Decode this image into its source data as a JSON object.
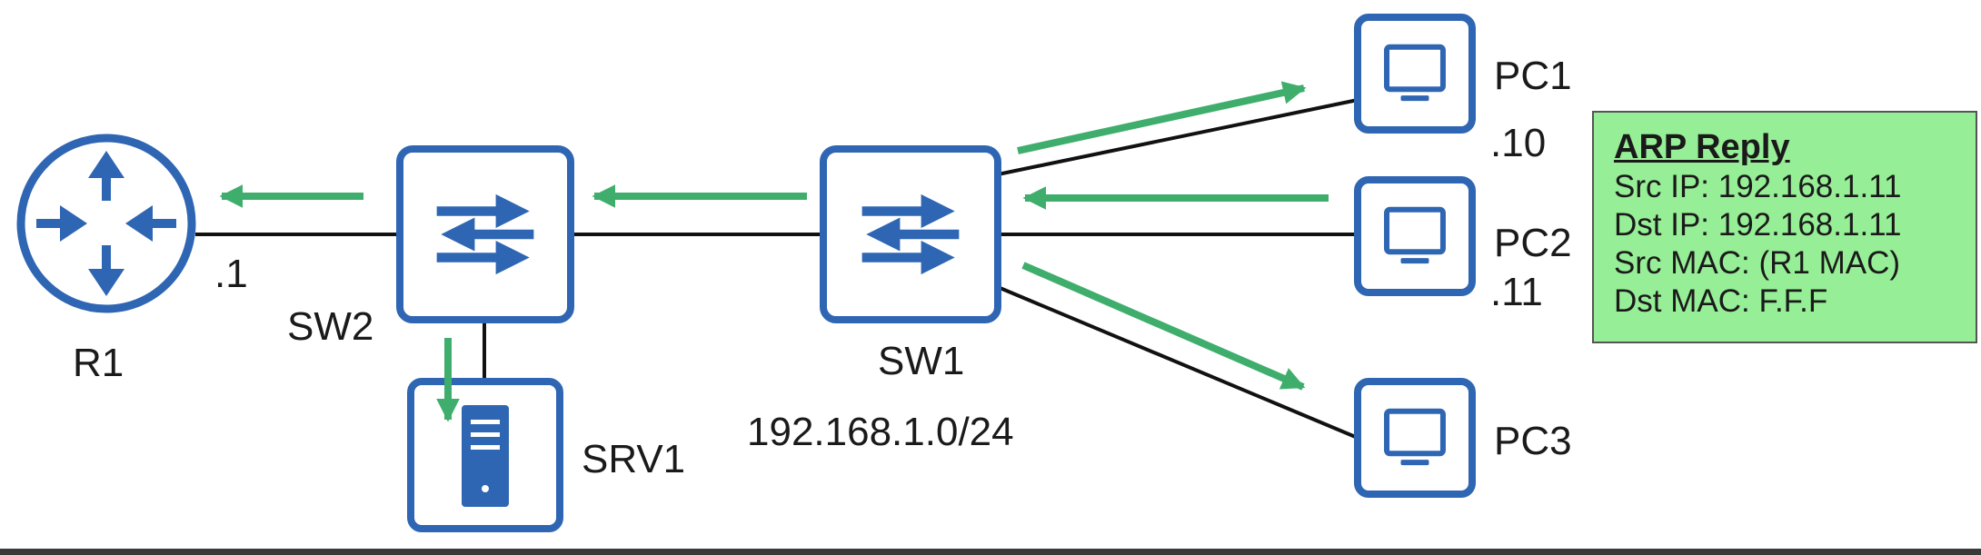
{
  "colors": {
    "device_blue": "#2f66b3",
    "arrow_green": "#3fae6c",
    "link_line": "#111111",
    "box_fill": "#96ee96"
  },
  "devices": {
    "r1": {
      "label": "R1",
      "icon": "router-icon",
      "ip_label": ".1"
    },
    "sw2": {
      "label": "SW2",
      "icon": "switch-icon"
    },
    "sw1": {
      "label": "SW1",
      "icon": "switch-icon"
    },
    "srv1": {
      "label": "SRV1",
      "icon": "server-icon"
    },
    "pc1": {
      "label": "PC1",
      "icon": "monitor-icon",
      "ip_label": ".10"
    },
    "pc2": {
      "label": "PC2",
      "icon": "monitor-icon",
      "ip_label": ".11"
    },
    "pc3": {
      "label": "PC3",
      "icon": "monitor-icon"
    }
  },
  "network": "192.168.1.0/24",
  "arp_box": {
    "title": "ARP Reply",
    "rows": [
      "Src IP: 192.168.1.11",
      "Dst IP: 192.168.1.11",
      "Src MAC: (R1 MAC)",
      "Dst MAC: F.F.F"
    ]
  }
}
